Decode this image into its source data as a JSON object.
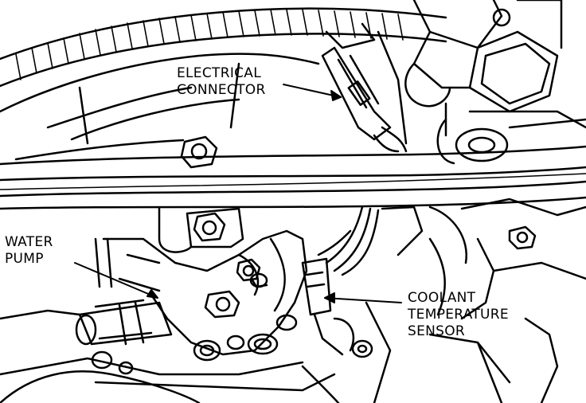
{
  "figure": {
    "labels": {
      "electrical_connector": [
        "ELECTRICAL",
        "CONNECTOR"
      ],
      "water_pump": [
        "WATER",
        "PUMP"
      ],
      "coolant_sensor": [
        "COOLANT",
        "TEMPERATURE",
        "SENSOR"
      ]
    },
    "colors": {
      "ink": "#000000",
      "paper": "#ffffff"
    }
  }
}
